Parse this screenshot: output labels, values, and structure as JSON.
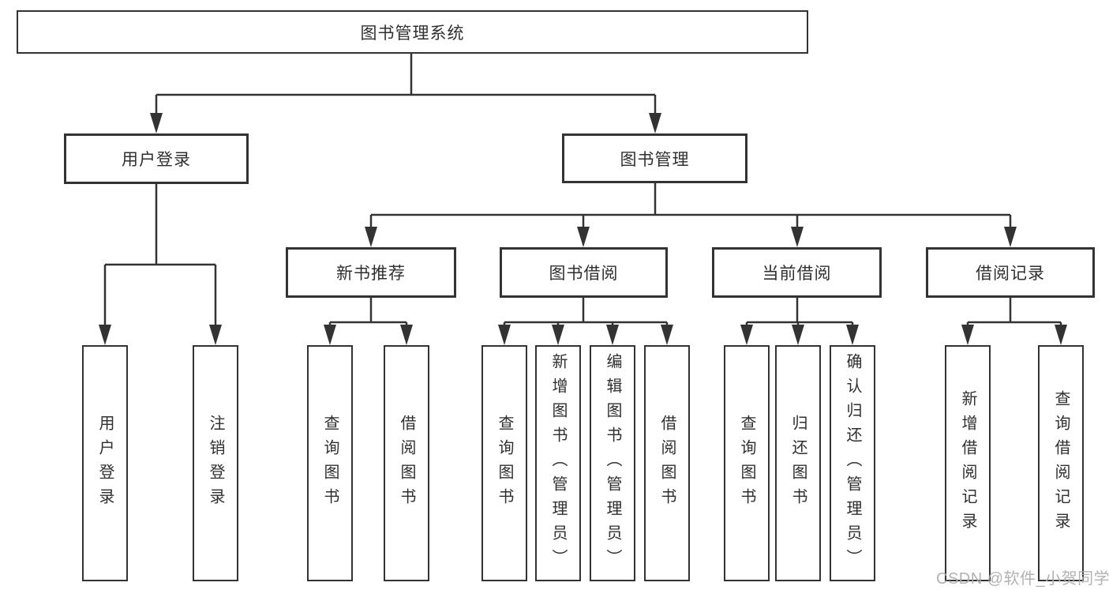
{
  "diagram": {
    "type": "tree",
    "tree": {
      "label": "图书管理系统",
      "children": [
        {
          "label": "用户登录",
          "children": [
            {
              "label": "用户登录"
            },
            {
              "label": "注销登录"
            }
          ]
        },
        {
          "label": "图书管理",
          "children": [
            {
              "label": "新书推荐",
              "children": [
                {
                  "label": "查询图书"
                },
                {
                  "label": "借阅图书"
                }
              ]
            },
            {
              "label": "图书借阅",
              "children": [
                {
                  "label": "查询图书"
                },
                {
                  "label": "新增图书（管理员）"
                },
                {
                  "label": "编辑图书（管理员）"
                },
                {
                  "label": "借阅图书"
                }
              ]
            },
            {
              "label": "当前借阅",
              "children": [
                {
                  "label": "查询图书"
                },
                {
                  "label": "归还图书"
                },
                {
                  "label": "确认归还（管理员）"
                }
              ]
            },
            {
              "label": "借阅记录",
              "children": [
                {
                  "label": "新增借阅记录"
                },
                {
                  "label": "查询借阅记录"
                }
              ]
            }
          ]
        }
      ]
    },
    "colors": {
      "line": "#333333",
      "box_border": "#333333",
      "box_background": "#ffffff",
      "text": "#2f2f2f",
      "watermark": "#aeaeae"
    }
  },
  "watermark": {
    "text": "CSDN @软件_小贺同学"
  }
}
